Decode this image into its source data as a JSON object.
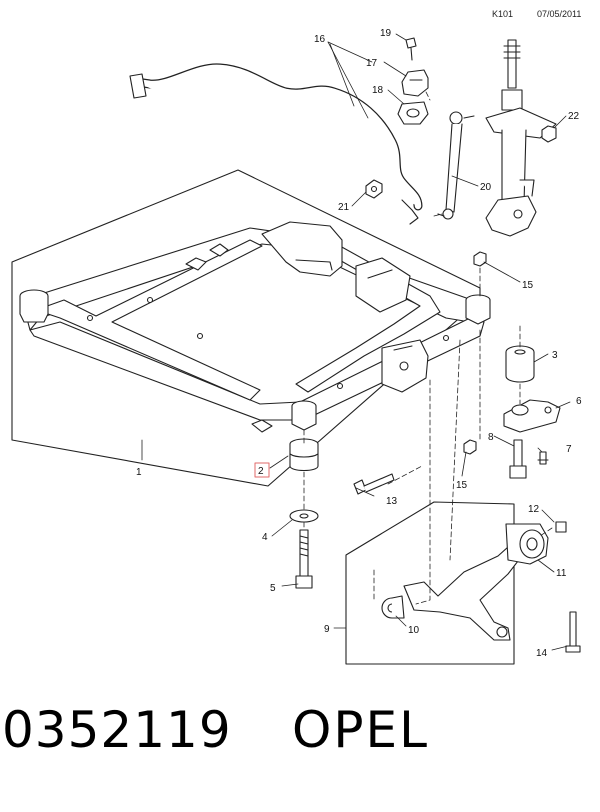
{
  "header": {
    "code": "K101",
    "date": "07/05/2011"
  },
  "caption": {
    "part_number": "0352119",
    "brand": "OPEL"
  },
  "highlight_color": "#e06a6a",
  "callouts": [
    {
      "id": "c1",
      "label": "1"
    },
    {
      "id": "c2",
      "label": "2",
      "highlighted": true
    },
    {
      "id": "c3",
      "label": "3"
    },
    {
      "id": "c4",
      "label": "4"
    },
    {
      "id": "c5",
      "label": "5"
    },
    {
      "id": "c6",
      "label": "6"
    },
    {
      "id": "c7",
      "label": "7"
    },
    {
      "id": "c8",
      "label": "8"
    },
    {
      "id": "c9",
      "label": "9"
    },
    {
      "id": "c10",
      "label": "10"
    },
    {
      "id": "c11",
      "label": "11"
    },
    {
      "id": "c12",
      "label": "12"
    },
    {
      "id": "c13",
      "label": "13"
    },
    {
      "id": "c14",
      "label": "14"
    },
    {
      "id": "c15a",
      "label": "15"
    },
    {
      "id": "c15b",
      "label": "15"
    },
    {
      "id": "c16",
      "label": "16"
    },
    {
      "id": "c17",
      "label": "17"
    },
    {
      "id": "c18",
      "label": "18"
    },
    {
      "id": "c19",
      "label": "19"
    },
    {
      "id": "c20",
      "label": "20"
    },
    {
      "id": "c21",
      "label": "21"
    },
    {
      "id": "c22",
      "label": "22"
    }
  ]
}
